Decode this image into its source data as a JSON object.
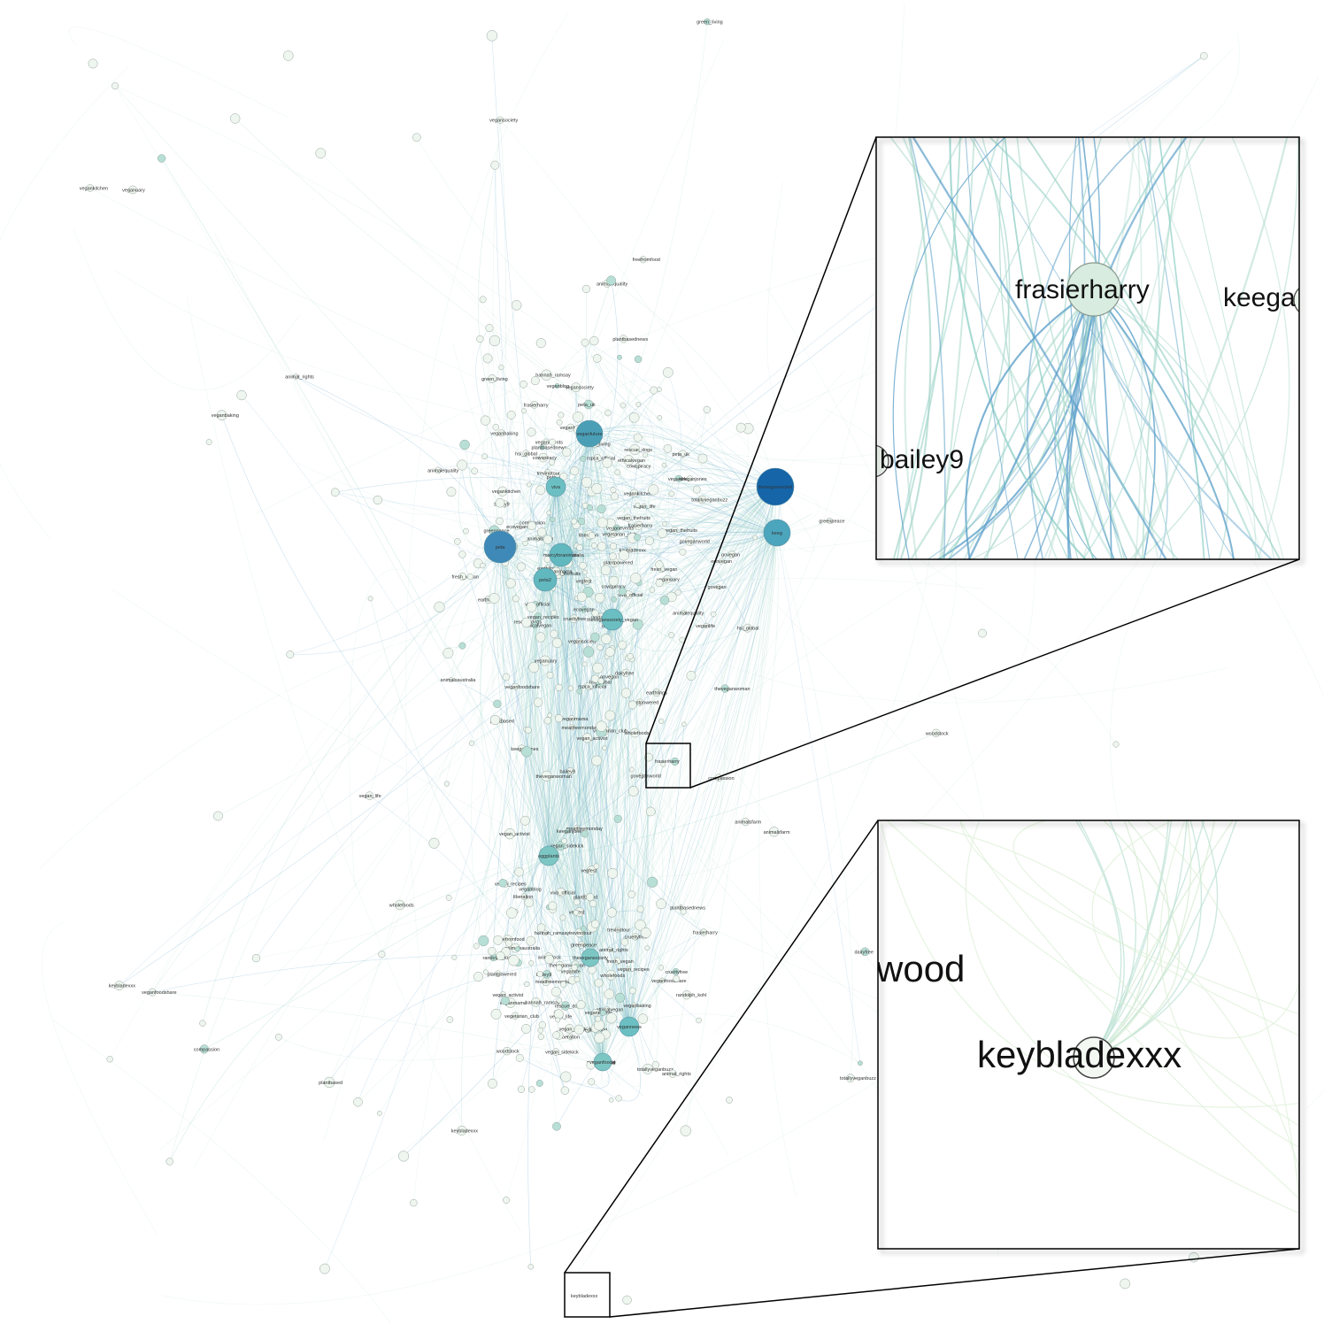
{
  "network": {
    "hubs": [
      {
        "label": "peta",
        "color": "#3f89b8"
      },
      {
        "label": "thevegansocieti",
        "color": "#1565a8"
      },
      {
        "label": "veganfuture",
        "color": "#4a9fb7"
      },
      {
        "label": "keeg",
        "color": "#4ba5bd"
      },
      {
        "label": "peta2",
        "color": "#62b8bf"
      },
      {
        "label": "mercyforanimals",
        "color": "#62b8bf"
      },
      {
        "label": "thevegansociety_vegan",
        "color": "#6bbfc2"
      },
      {
        "label": "viva",
        "color": "#6bbfc2"
      },
      {
        "label": "vegannews",
        "color": "#6bbfc2"
      },
      {
        "label": "eggplants",
        "color": "#7cc7c4"
      },
      {
        "label": "thevegansociety",
        "color": "#7cc7c4"
      },
      {
        "label": "veganfoodie",
        "color": "#7cc7c4"
      }
    ],
    "labels": [
      "randolph_kohl",
      "vegan_thefruits",
      "rspca_official",
      "trevinotour",
      "vegan_life",
      "viva_official",
      "greenpeace",
      "animalequality",
      "hannah_ramsay",
      "veganuary",
      "plantbasednews",
      "totallyveganbuzz",
      "fresh_vegan",
      "ethicalvegan",
      "vegan_sidekick",
      "animalsfarm",
      "earthlings",
      "cowspiracy",
      "goveganworld",
      "vegan_recipes",
      "freefromfood",
      "crueltyfree",
      "peta_uk",
      "hsi_global",
      "theveganwoman",
      "vegetarian_club",
      "plantpowered",
      "veganblog",
      "meatfreemonday",
      "vegan_activist",
      "rescue_dogs",
      "animal_rights",
      "vegansociety",
      "govegan",
      "veganlife",
      "wholefoods",
      "veganfoodshare",
      "veganbaking",
      "vegankitchen",
      "animalsaustralia",
      "liberation",
      "compassion",
      "vegfest",
      "veganevents",
      "dairyfree",
      "plantbased",
      "green_living",
      "ecovegan",
      "frasierharry",
      "keeganjones",
      "bailey9",
      "keybladexxx",
      "woodstock",
      "veganmama"
    ],
    "highlight_box_1_label": "frasierharry",
    "highlight_box_2_label": "keybladexxx"
  },
  "zoom_top": {
    "main_label": "frasierharry",
    "right_label": "keega",
    "left_label": "bailey9"
  },
  "zoom_bottom": {
    "top_label": "wood",
    "main_label": "keybladexxx"
  },
  "colors": {
    "edge_light": "#b9dfd3",
    "edge_mid": "#8fcfc6",
    "edge_blue": "#5b9fc9",
    "node_fill": "#eef6ef",
    "node_stroke": "#7f8f86",
    "frame": "#000000"
  }
}
